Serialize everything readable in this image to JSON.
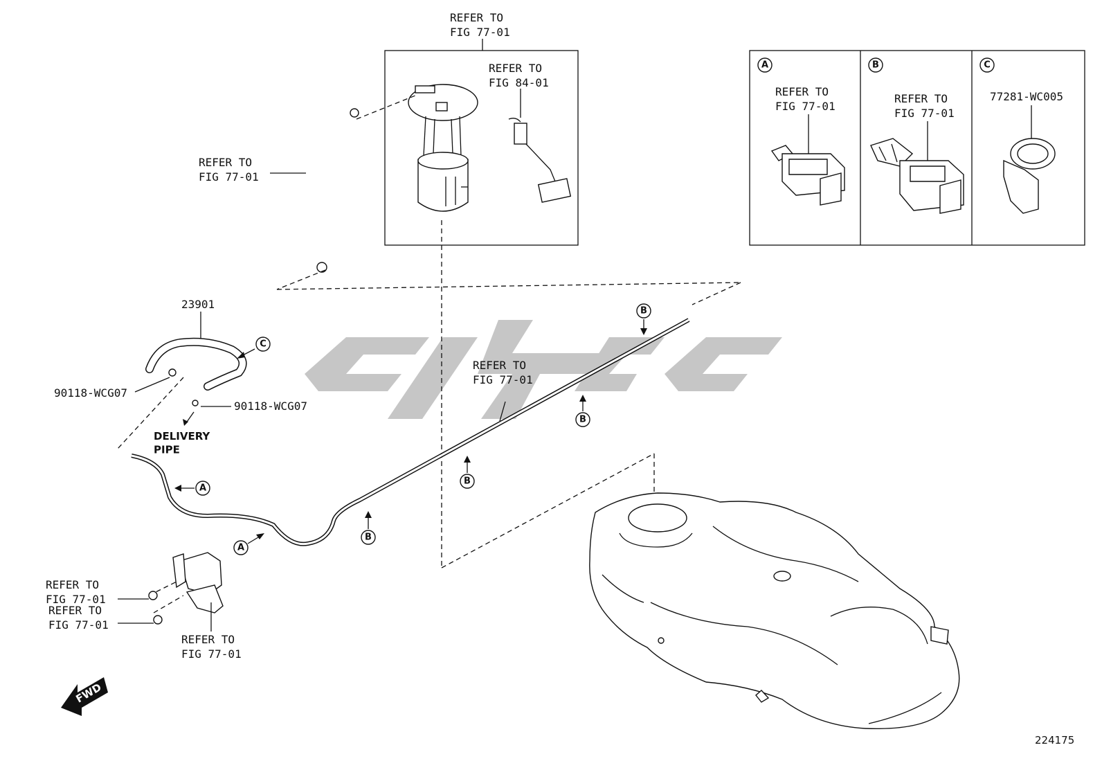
{
  "watermark": "ZHGC",
  "diagram_number": "224175",
  "fwd_label": "FWD",
  "callouts": {
    "pump_top": "REFER TO\nFIG 77-01",
    "sender": "REFER TO\nFIG 84-01",
    "tube_upper": "REFER TO\nFIG 77-01",
    "hose_part": "23901",
    "clip_left": "90118-WCG07",
    "clip_right": "90118-WCG07",
    "delivery_pipe": "DELIVERY\nPIPE",
    "main_line": "REFER TO\nFIG 77-01",
    "nut_upper": "REFER TO\nFIG 77-01",
    "nut_lower": "REFER TO\nFIG 77-01",
    "protector": "REFER TO\nFIG 77-01"
  },
  "detail_panels": [
    {
      "letter": "A",
      "text": "REFER TO\nFIG 77-01"
    },
    {
      "letter": "B",
      "text": "REFER TO\nFIG 77-01"
    },
    {
      "letter": "C",
      "text": "77281-WC005"
    }
  ],
  "clip_markers": [
    "A",
    "A",
    "B",
    "B",
    "B",
    "B",
    "C"
  ]
}
